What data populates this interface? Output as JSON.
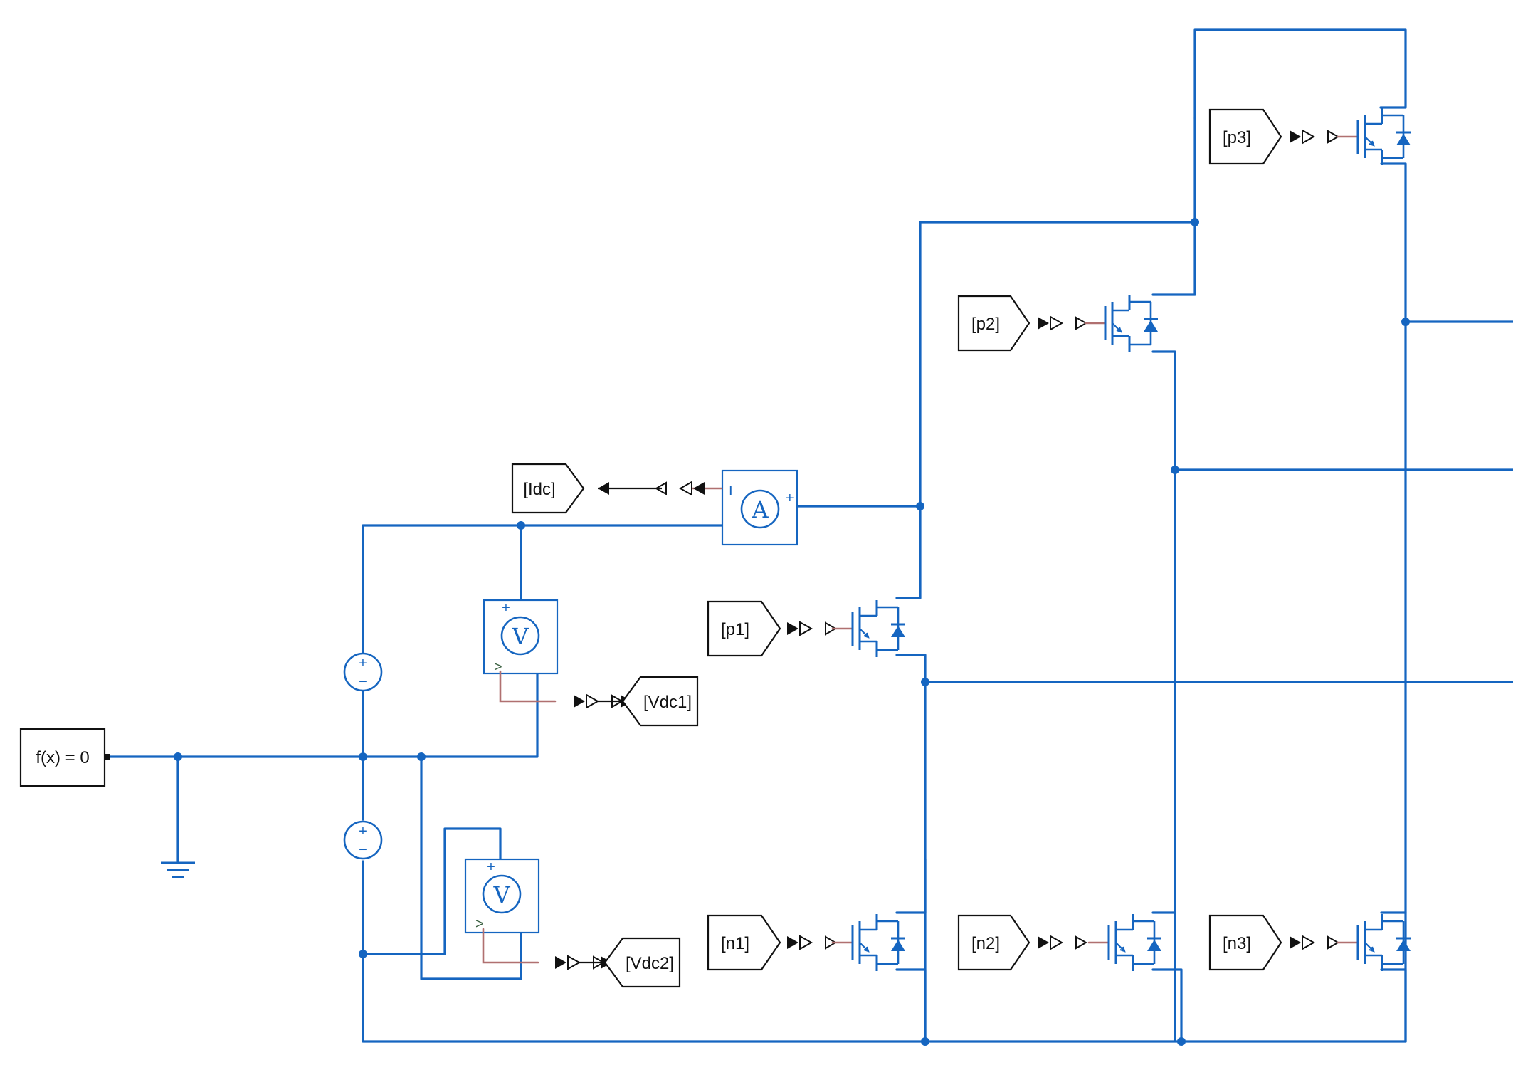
{
  "colors": {
    "physical": "#1565c0",
    "signal": "#b07070",
    "block_border": "#111111",
    "junction": "#1565c0"
  },
  "blocks": {
    "solver": {
      "label": "f(x) = 0"
    },
    "tags": {
      "p1": "[p1]",
      "p2": "[p2]",
      "p3": "[p3]",
      "n1": "[n1]",
      "n2": "[n2]",
      "n3": "[n3]",
      "idc": "[Idc]",
      "vdc1": "[Vdc1]",
      "vdc2": "[Vdc2]"
    },
    "ammeter": {
      "symbol": "A",
      "port_i": "I",
      "port_plus": "+"
    },
    "voltmeter": {
      "symbol": "V",
      "port_plus": "+",
      "port_v": ">"
    },
    "dc_source": {
      "plus": "+",
      "minus": "−"
    }
  },
  "icons": [
    "ground-icon",
    "dc-voltage-source-icon",
    "mosfet-with-diode-icon",
    "ammeter-icon",
    "voltmeter-icon",
    "goto-tag-icon",
    "from-tag-icon",
    "solver-config-icon"
  ]
}
